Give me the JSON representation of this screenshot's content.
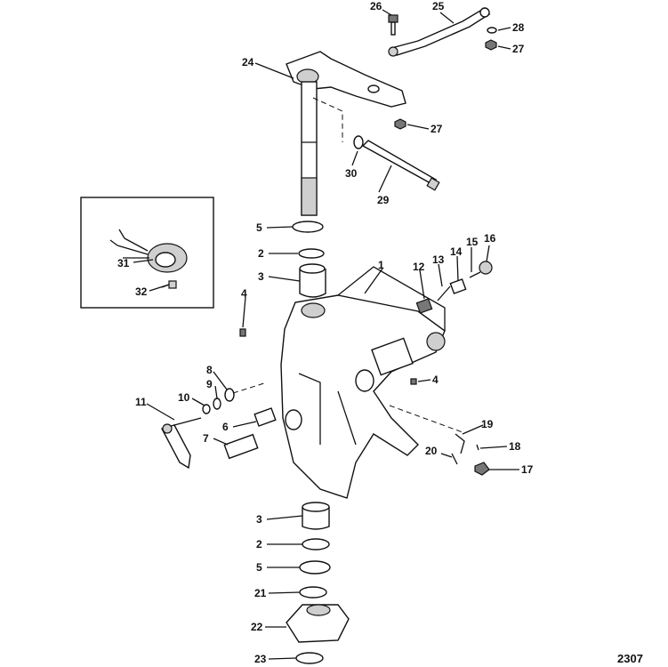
{
  "figure_number": "2307",
  "callouts": {
    "c1": "1",
    "c2a": "2",
    "c2b": "2",
    "c3a": "3",
    "c3b": "3",
    "c4a": "4",
    "c4b": "4",
    "c5a": "5",
    "c5b": "5",
    "c6": "6",
    "c7": "7",
    "c8": "8",
    "c9": "9",
    "c10": "10",
    "c11": "11",
    "c12": "12",
    "c13": "13",
    "c14": "14",
    "c15": "15",
    "c16": "16",
    "c17": "17",
    "c18": "18",
    "c19": "19",
    "c20": "20",
    "c21": "21",
    "c22": "22",
    "c23": "23",
    "c24": "24",
    "c25": "25",
    "c26": "26",
    "c27a": "27",
    "c27b": "27",
    "c28": "28",
    "c29": "29",
    "c30": "30",
    "c31": "31",
    "c32": "32"
  }
}
